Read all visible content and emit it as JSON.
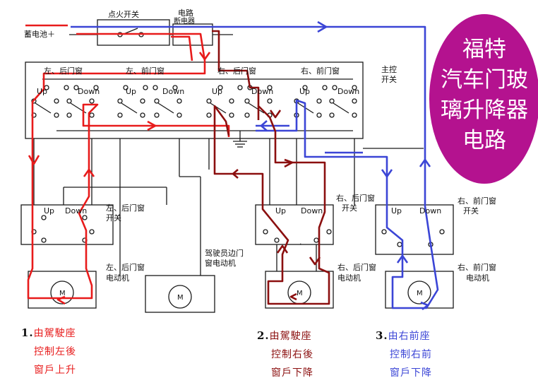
{
  "labels": {
    "ignition_switch": "点火开关",
    "circuit_breaker_line1": "电路",
    "circuit_breaker_line2": "断电器",
    "battery": "蓄电池＋",
    "master_lf": "左、后门窗",
    "master_lr": "左、前门窗",
    "master_rr": "右、后门窗",
    "master_rf": "右、前门窗",
    "master_switch_line1": "主控",
    "master_switch_line2": "开关",
    "up": "Up",
    "down": "Down",
    "sw_lr_line1": "左、后门窗",
    "sw_lr_line2": "开关",
    "sw_rr_line1": "右、后门窗",
    "sw_rr_line2": "开关",
    "sw_rf_line1": "右、前门窗",
    "sw_rf_line2": "开关",
    "motor_lr_line1": "左、后门窗",
    "motor_lr_line2": "电动机",
    "motor_driver_line1": "驾驶员边门",
    "motor_driver_line2": "窗电动机",
    "motor_rr_line1": "右、后门窗",
    "motor_rr_line2": "电动机",
    "motor_rf_line1": "右、前门窗",
    "motor_rf_line2": "电动机",
    "motor_symbol": "M",
    "dot_mark": "."
  },
  "title": {
    "line1": "福特",
    "line2": "汽车门玻",
    "line3": "璃升降器",
    "line4": "电路"
  },
  "captions": [
    {
      "num": "1.",
      "line1": "由駕駛座",
      "line2": "控制左後",
      "line3": "窗戶上升"
    },
    {
      "num": "2.",
      "line1": "由駕駛座",
      "line2": "控制右後",
      "line3": "窗戶下降"
    },
    {
      "num": "3.",
      "line1": "由右前座",
      "line2": "控制右前",
      "line3": "窗戶下降"
    }
  ],
  "colors": {
    "path1": "#e81b1b",
    "path2": "#8b0f0f",
    "path3": "#3b45d6",
    "title_bg": "#b4128f",
    "wire": "#1a1a1a"
  }
}
